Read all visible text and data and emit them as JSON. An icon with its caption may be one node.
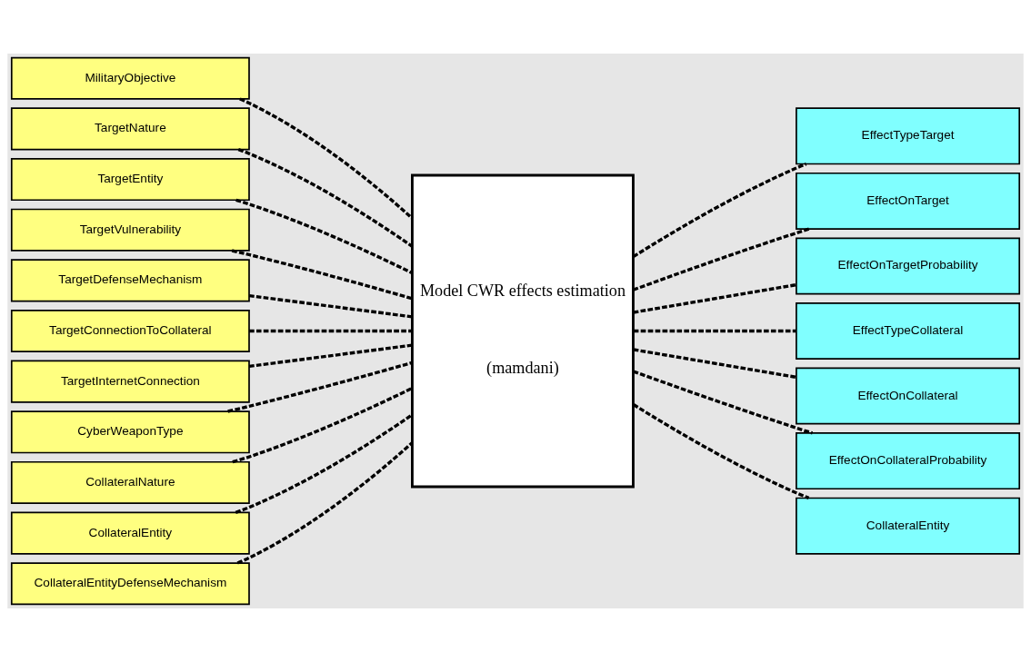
{
  "diagram": {
    "nodes": [
      {
        "text": [
          "MilitaryObjective"
        ]
      },
      {
        "text": [
          "TargetNature"
        ]
      },
      {
        "text": [
          "TargetEntity"
        ]
      },
      {
        "text": [
          "TargetVulnerability"
        ]
      },
      {
        "text": [
          "TargetDefenseMechanism"
        ]
      },
      {
        "text": [
          "TargetConnectionToCollateral"
        ]
      },
      {
        "text": [
          "TargetInternetConnection"
        ]
      },
      {
        "text": [
          "CyberWeaponType"
        ]
      },
      {
        "text": [
          "CollateralNature"
        ]
      },
      {
        "text": [
          "CollateralEntity"
        ]
      },
      {
        "text": [
          "CollateralEntityDefenseMechanism"
        ]
      },
      {
        "text": [
          "Model CWR effects estimation",
          "(mamdani)"
        ]
      },
      {
        "text": [
          "EffectTypeTarget"
        ]
      },
      {
        "text": [
          "EffectOnTarget"
        ]
      },
      {
        "text": [
          "EffectOnTargetProbability"
        ]
      },
      {
        "text": [
          "EffectTypeCollateral"
        ]
      },
      {
        "text": [
          "EffectOnCollateral"
        ]
      },
      {
        "text": [
          "EffectOnCollateralProbability"
        ]
      },
      {
        "text": [
          "CollateralEntity"
        ]
      }
    ],
    "edges": [
      {
        "from": 0,
        "to": 11,
        "arrow": "none",
        "style": "dashed"
      },
      {
        "from": 1,
        "to": 11,
        "arrow": "none",
        "style": "dashed"
      },
      {
        "from": 2,
        "to": 11,
        "arrow": "none",
        "style": "dashed"
      },
      {
        "from": 3,
        "to": 11,
        "arrow": "none",
        "style": "dashed"
      },
      {
        "from": 4,
        "to": 11,
        "arrow": "none",
        "style": "dashed"
      },
      {
        "from": 5,
        "to": 11,
        "arrow": "none",
        "style": "dashed"
      },
      {
        "from": 6,
        "to": 11,
        "arrow": "none",
        "style": "dashed"
      },
      {
        "from": 7,
        "to": 11,
        "arrow": "none",
        "style": "dashed"
      },
      {
        "from": 8,
        "to": 11,
        "arrow": "none",
        "style": "dashed"
      },
      {
        "from": 9,
        "to": 11,
        "arrow": "none",
        "style": "dashed"
      },
      {
        "from": 10,
        "to": 11,
        "arrow": "none",
        "style": "dashed"
      },
      {
        "from": 11,
        "to": 12,
        "arrow": "none",
        "style": "dashed"
      },
      {
        "from": 11,
        "to": 13,
        "arrow": "none",
        "style": "dashed"
      },
      {
        "from": 11,
        "to": 14,
        "arrow": "none",
        "style": "dashed"
      },
      {
        "from": 11,
        "to": 15,
        "arrow": "none",
        "style": "dashed"
      },
      {
        "from": 11,
        "to": 16,
        "arrow": "none",
        "style": "dashed"
      },
      {
        "from": 11,
        "to": 17,
        "arrow": "none",
        "style": "dashed"
      },
      {
        "from": 11,
        "to": 18,
        "arrow": "none",
        "style": "dashed"
      }
    ]
  }
}
